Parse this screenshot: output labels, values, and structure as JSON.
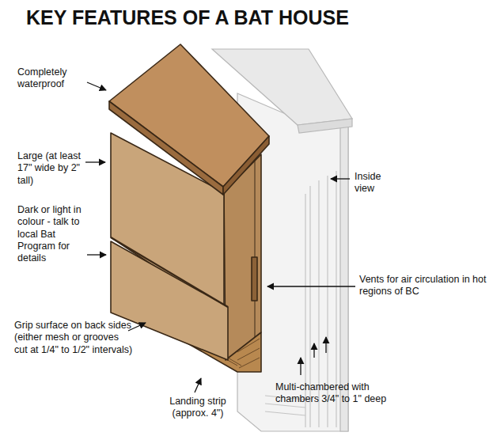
{
  "diagram": {
    "title": "KEY FEATURES OF A BAT HOUSE",
    "labels": [
      "Completely waterproof",
      "Large (at least 17\" wide by 2\" tall)",
      "Dark or light in colour - talk to local Bat Program for details",
      "Grip surface on back sides (either mesh or grooves cut at 1/4\" to 1/2\" intervals)",
      "Landing strip (approx. 4\")",
      "Multi-chambered with chambers 3/4\" to 1\" deep",
      "Inside view",
      "Vents for air circulation in hot regions of BC"
    ]
  }
}
